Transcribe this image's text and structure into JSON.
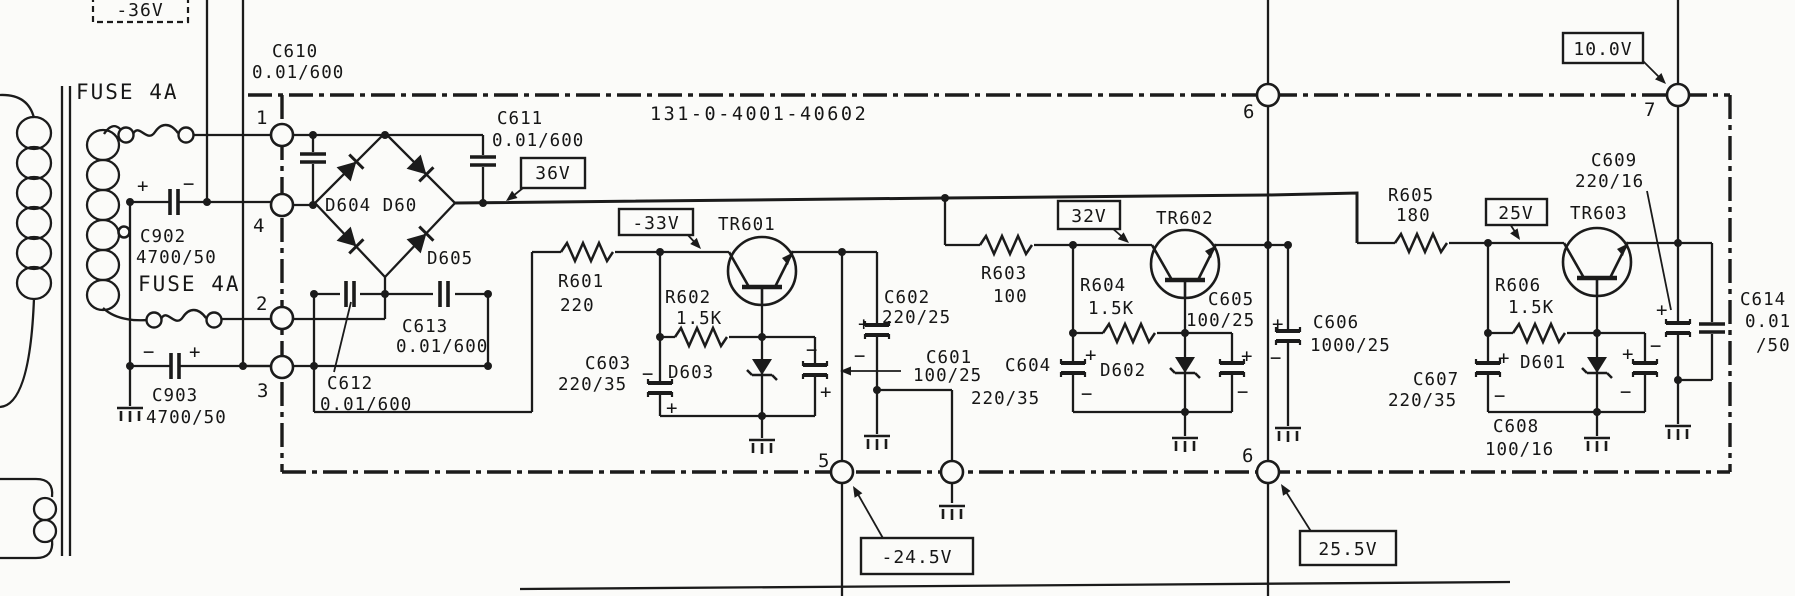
{
  "diagram": {
    "board_number": "131-0-4001-40602",
    "transformer": {
      "fuse_top": "FUSE 4A",
      "fuse_bottom": "FUSE 4A"
    },
    "voltages": {
      "v36n": "-36V",
      "v36": "36V",
      "v33n": "-33V",
      "v32": "32V",
      "v25": "25V",
      "v10": "10.0V",
      "v245n": "-24.5V",
      "v255": "25.5V"
    },
    "nodes": {
      "n1": "1",
      "n2": "2",
      "n3": "3",
      "n4": "4",
      "n5": "5",
      "n6_top": "6",
      "n6_bottom": "6",
      "n7": "7"
    },
    "signs": {
      "plus": "+",
      "minus": "−"
    },
    "components": {
      "c902": {
        "ref": "C902",
        "value": "4700/50"
      },
      "c903": {
        "ref": "C903",
        "value": "4700/50"
      },
      "c610": {
        "ref": "C610",
        "value": "0.01/600"
      },
      "c611": {
        "ref": "C611",
        "value": "0.01/600"
      },
      "c612": {
        "ref": "C612",
        "value": "0.01/600"
      },
      "c613": {
        "ref": "C613",
        "value": "0.01/600"
      },
      "c601": {
        "ref": "C601",
        "value": "100/25"
      },
      "c602": {
        "ref": "C602",
        "value": "220/25"
      },
      "c603": {
        "ref": "C603",
        "value": "220/35"
      },
      "c604": {
        "ref": "C604",
        "value": "220/35"
      },
      "c605": {
        "ref": "C605",
        "value": "100/25"
      },
      "c606": {
        "ref": "C606",
        "value": "1000/25"
      },
      "c607": {
        "ref": "C607",
        "value": "220/35"
      },
      "c608": {
        "ref": "C608",
        "value": "100/16"
      },
      "c609": {
        "ref": "C609",
        "value": "220/16"
      },
      "c614": {
        "ref": "C614",
        "value_line1": "0.01",
        "value_line2": "/50"
      },
      "r601": {
        "ref": "R601",
        "value": "220"
      },
      "r602": {
        "ref": "R602",
        "value": "1.5K"
      },
      "r603": {
        "ref": "R603",
        "value": "100"
      },
      "r604": {
        "ref": "R604",
        "value": "1.5K"
      },
      "r605": {
        "ref": "R605",
        "value": "180"
      },
      "r606": {
        "ref": "R606",
        "value": "1.5K"
      },
      "d601": {
        "ref": "D601"
      },
      "d602": {
        "ref": "D602"
      },
      "d603": {
        "ref": "D603"
      },
      "d604": {
        "ref": "D604 D60"
      },
      "d605": {
        "ref": "D605"
      },
      "tr601": {
        "ref": "TR601"
      },
      "tr602": {
        "ref": "TR602"
      },
      "tr603": {
        "ref": "TR603"
      }
    }
  }
}
